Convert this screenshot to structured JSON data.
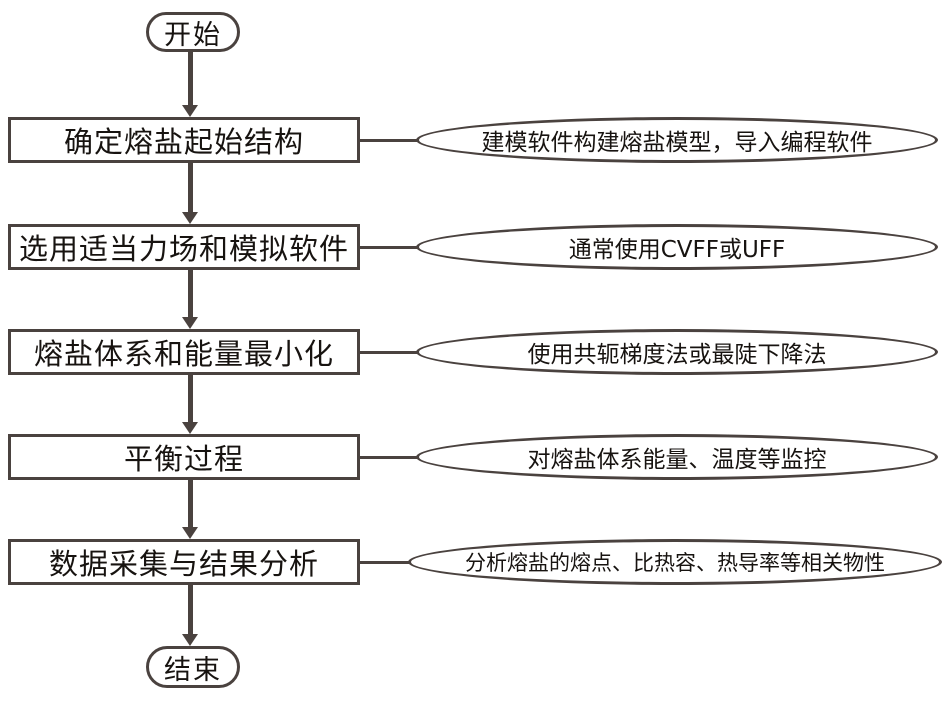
{
  "flow": {
    "start": "开始",
    "end": "结束",
    "steps": [
      {
        "box": "确定熔盐起始结构",
        "note": "建模软件构建熔盐模型，导入编程软件"
      },
      {
        "box": "选用适当力场和模拟软件",
        "note": "通常使用CVFF或UFF"
      },
      {
        "box": "熔盐体系和能量最小化",
        "note": "使用共轭梯度法或最陡下降法"
      },
      {
        "box": "平衡过程",
        "note": "对熔盐体系能量、温度等监控"
      },
      {
        "box": "数据采集与结果分析",
        "note": "分析熔盐的熔点、比热容、热导率等相关物性"
      }
    ],
    "colors": {
      "stroke": "#4a423f",
      "text": "#171310",
      "background": "#ffffff"
    }
  }
}
